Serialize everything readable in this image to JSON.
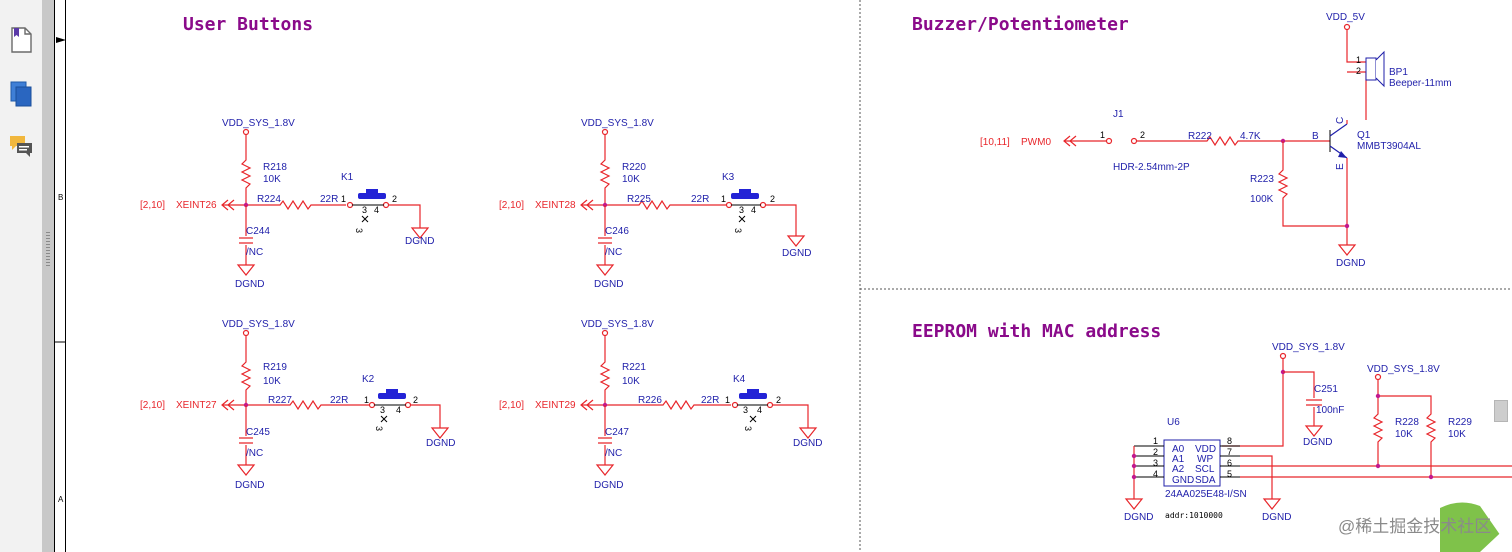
{
  "sheet": {
    "zone_labels": [
      "B",
      "A"
    ],
    "section_titles": [
      "User Buttons",
      "Buzzer/Potentiometer",
      "EEPROM with MAC address"
    ]
  },
  "buttons": [
    {
      "vdd": "VDD_SYS_1.8V",
      "ref": "[2,10]",
      "net": "XEINT26",
      "rpull": "R218",
      "rpull_val": "10K",
      "rser": "R224",
      "rser_val": "22R",
      "cap": "C244",
      "cap_val": "/NC",
      "sw": "K1",
      "gnd": "DGND"
    },
    {
      "vdd": "VDD_SYS_1.8V",
      "ref": "[2,10]",
      "net": "XEINT28",
      "rpull": "R220",
      "rpull_val": "10K",
      "rser": "R225",
      "rser_val": "22R",
      "cap": "C246",
      "cap_val": "/NC",
      "sw": "K3",
      "gnd": "DGND"
    },
    {
      "vdd": "VDD_SYS_1.8V",
      "ref": "[2,10]",
      "net": "XEINT27",
      "rpull": "R219",
      "rpull_val": "10K",
      "rser": "R227",
      "rser_val": "22R",
      "cap": "C245",
      "cap_val": "/NC",
      "sw": "K2",
      "gnd": "DGND"
    },
    {
      "vdd": "VDD_SYS_1.8V",
      "ref": "[2,10]",
      "net": "XEINT29",
      "rpull": "R221",
      "rpull_val": "10K",
      "rser": "R226",
      "rser_val": "22R",
      "cap": "C247",
      "cap_val": "/NC",
      "sw": "K4",
      "gnd": "DGND"
    }
  ],
  "switch_pins": {
    "p1": "1",
    "p2": "2",
    "p3": "3",
    "p4": "4"
  },
  "buzzer": {
    "vdd": "VDD_5V",
    "bp": "BP1",
    "bp_val": "Beeper-11mm",
    "bp_pin1": "1",
    "bp_pin2": "2",
    "j": "J1",
    "j_pin1": "1",
    "j_pin2": "2",
    "j_val": "HDR-2.54mm-2P",
    "ref": "[10,11]",
    "net": "PWM0",
    "r1": "R222",
    "r1_val": "4.7K",
    "r2": "R223",
    "r2_val": "100K",
    "q": "Q1",
    "q_val": "MMBT3904AL",
    "b": "B",
    "c": "C",
    "e": "E",
    "gnd": "DGND"
  },
  "eeprom": {
    "vdd1": "VDD_SYS_1.8V",
    "vdd2": "VDD_SYS_1.8V",
    "cap": "C251",
    "cap_val": "100nF",
    "u": "U6",
    "u_val": "24AA025E48-I/SN",
    "addr": "addr:1010000",
    "pins_left": [
      {
        "num": "1",
        "name": "A0"
      },
      {
        "num": "2",
        "name": "A1"
      },
      {
        "num": "3",
        "name": "A2"
      },
      {
        "num": "4",
        "name": "GND"
      }
    ],
    "pins_right": [
      {
        "num": "8",
        "name": "VDD"
      },
      {
        "num": "7",
        "name": "WP"
      },
      {
        "num": "6",
        "name": "SCL"
      },
      {
        "num": "5",
        "name": "SDA"
      }
    ],
    "r1": "R228",
    "r1_val": "10K",
    "r2": "R229",
    "r2_val": "10K",
    "gnd": "DGND"
  },
  "watermark": "@稀土掘金技术社区",
  "colors": {
    "wire": "#e8262b",
    "text": "#1f1faa",
    "title": "#8a0a8a",
    "body": "#2f2fdd",
    "net": "#e8262b",
    "pin": "#000000"
  }
}
